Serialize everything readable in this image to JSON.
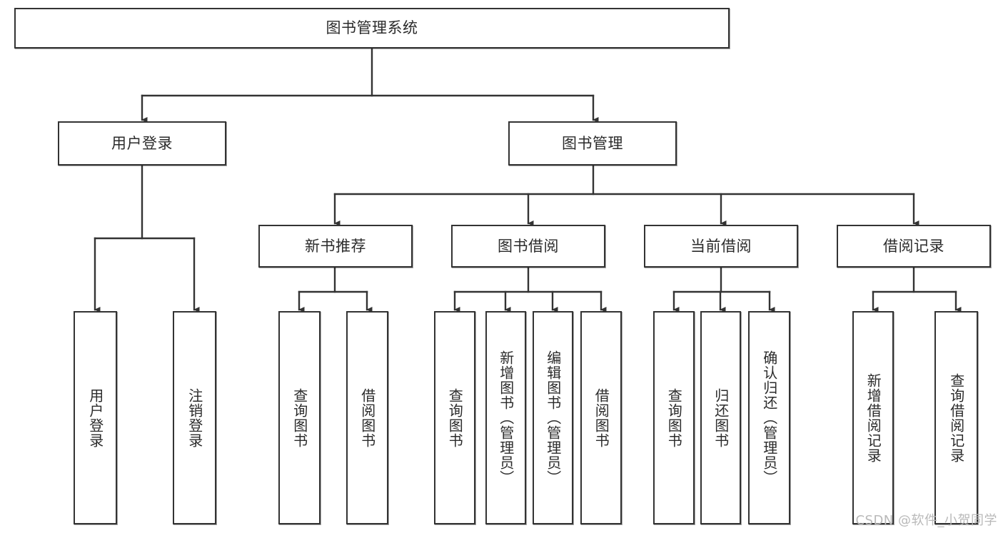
{
  "diagram": {
    "title": "图书管理系统",
    "watermark": "CSDN @软件_小贺同学",
    "line_color": "#333333",
    "box_border_color": "#333333",
    "text_color": "#2b2b2b",
    "background": "#ffffff",
    "nodes": {
      "root": "图书管理系统",
      "user_login": "用户登录",
      "book_manage": "图书管理",
      "new_book_recommend": "新书推荐",
      "book_borrow": "图书借阅",
      "current_borrow": "当前借阅",
      "borrow_record": "借阅记录",
      "leaf_user_login": "用户登录",
      "leaf_logout_login": "注销登录",
      "leaf_query_book_1": "查询图书",
      "leaf_borrow_book_1": "借阅图书",
      "leaf_query_book_2": "查询图书",
      "leaf_add_book_admin": "新增图书（管理员）",
      "leaf_edit_book_admin": "编辑图书（管理员）",
      "leaf_borrow_book_2": "借阅图书",
      "leaf_query_book_3": "查询图书",
      "leaf_return_book": "归还图书",
      "leaf_confirm_return_admin": "确认归还（管理员）",
      "leaf_add_borrow_record": "新增借阅记录",
      "leaf_query_borrow_record": "查询借阅记录"
    }
  }
}
